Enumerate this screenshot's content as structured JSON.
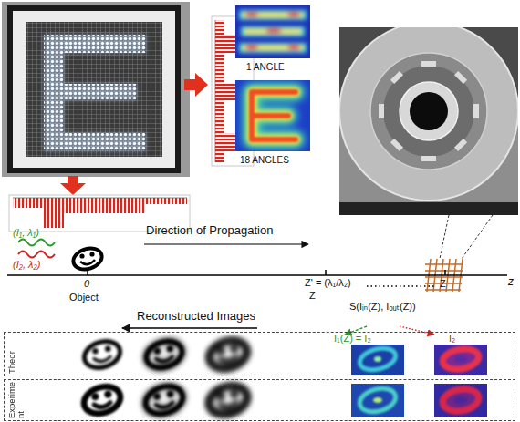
{
  "diagram": {
    "nodes": [
      {
        "text": [
          "Theor"
        ]
      },
      {
        "text": [
          "Experime nt"
        ]
      }
    ],
    "labels": [
      "1 ANGLE",
      "18 ANGLES",
      "(I₁, λ₁)",
      "(I₂, λ₂)",
      "0",
      "Object",
      "Direction of Propagation",
      "Z' = (λ₁/λ₂)",
      "Z",
      "Z",
      "z",
      "S(Iᵢₙ(Z), Iₒᵤₜ(Z))",
      "I₁(Z) = I₂",
      "I₂",
      "Reconstructed Images"
    ]
  }
}
